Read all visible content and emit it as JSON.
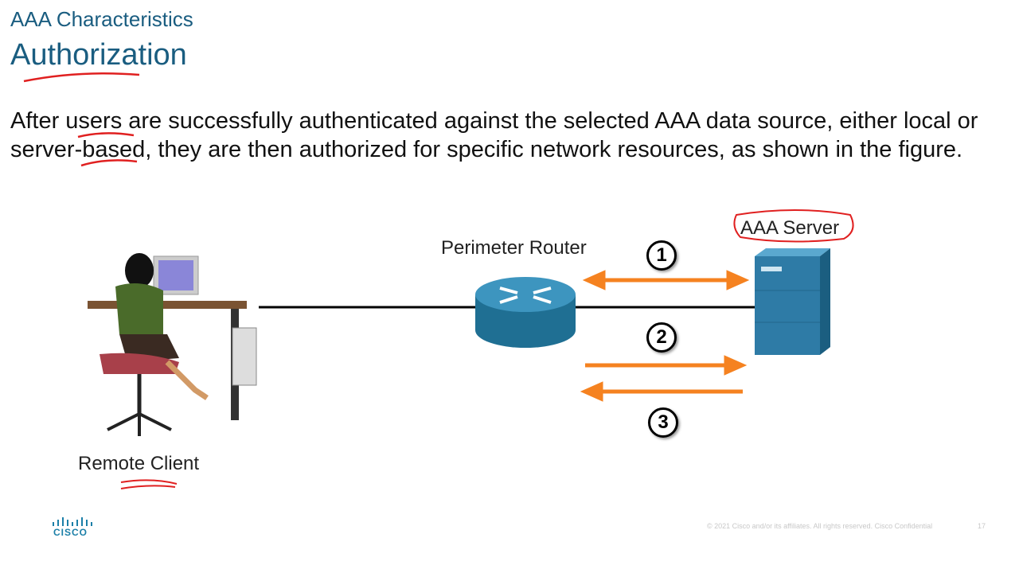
{
  "slide": {
    "supertitle": "AAA Characteristics",
    "title": "Authorization",
    "body": "After users are successfully authenticated against the selected AAA data source, either local or server-based, they are then authorized for specific network resources, as shown in the figure."
  },
  "diagram": {
    "remote_client_label": "Remote Client",
    "router_label": "Perimeter Router",
    "server_label": "AAA Server",
    "steps": [
      "1",
      "2",
      "3"
    ],
    "arrow_color": "#f58220",
    "router_color": "#2a7fa6",
    "server_color": "#2e7ba6"
  },
  "annotation_color": "#e02020",
  "footer": {
    "logo_text": "CISCO",
    "copyright": "© 2021  Cisco and/or its affiliates. All rights reserved.   Cisco Confidential",
    "page_number": "17"
  }
}
